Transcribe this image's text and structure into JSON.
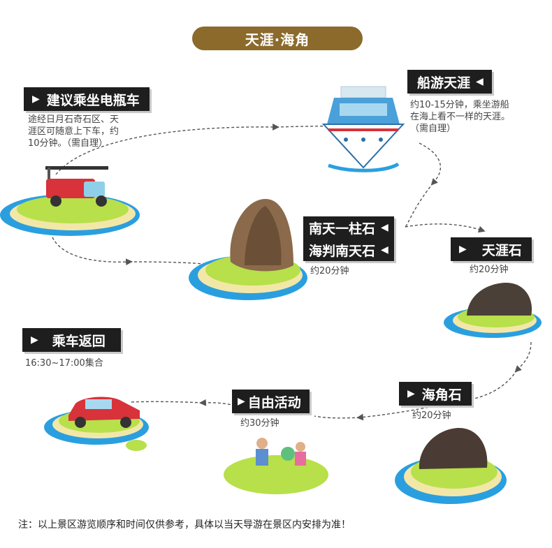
{
  "title": "天涯·海角",
  "colors": {
    "title_bg": "#8b6a2b",
    "tag_bg": "#1e1e1e",
    "island_grass": "#b7e04a",
    "island_sand": "#f3e7a8",
    "island_water": "#2a9fe0",
    "path": "#555555"
  },
  "steps": {
    "ev": {
      "label": "建议乘坐电瓶车",
      "desc1": "途经日月石奇石区、天",
      "desc2": "涯区可随意上下车，约",
      "desc3": "10分钟。（需自理）"
    },
    "boat": {
      "label": "船游天涯",
      "desc1": "约10-15分钟，乘坐游船",
      "desc2": "在海上看不一样的天涯。",
      "desc3": "（需自理）"
    },
    "pillar": {
      "label1": "南天一柱石",
      "label2": "海判南天石",
      "desc": "约20分钟"
    },
    "tianya": {
      "label": "天涯石",
      "desc": "约20分钟"
    },
    "haijiao": {
      "label": "海角石",
      "desc": "约20分钟"
    },
    "free": {
      "label": "自由活动",
      "desc": "约30分钟"
    },
    "return": {
      "label": "乘车返回",
      "desc": "16:30~17:00集合"
    }
  },
  "note": "注：以上景区游览顺序和时间仅供参考，具体以当天导游在景区内安排为准！"
}
